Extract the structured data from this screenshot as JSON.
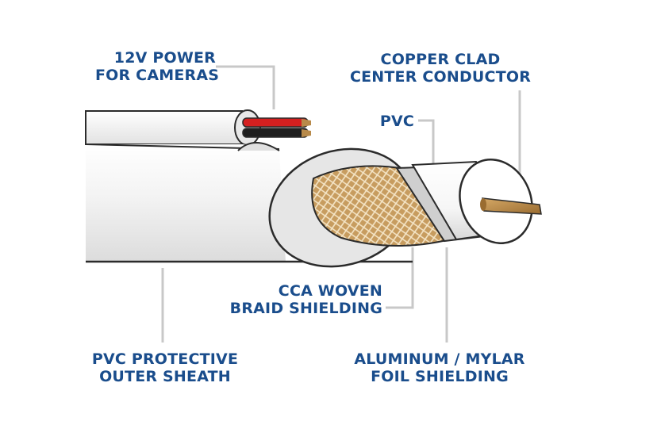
{
  "labels": {
    "power": {
      "line1": "12V POWER",
      "line2": "FOR CAMERAS"
    },
    "conductor": {
      "line1": "COPPER CLAD",
      "line2": "CENTER CONDUCTOR"
    },
    "pvc": {
      "line1": "PVC"
    },
    "braid": {
      "line1": "CCA WOVEN",
      "line2": "BRAID SHIELDING"
    },
    "sheath": {
      "line1": "PVC PROTECTIVE",
      "line2": "OUTER SHEATH"
    },
    "foil": {
      "line1": "ALUMINUM / MYLAR",
      "line2": "FOIL SHIELDING"
    }
  },
  "colors": {
    "label_text": "#1a4d8c",
    "leader_line": "#c8c8c8",
    "outline": "#2b2b2b",
    "sheath_fill": "#f2f2f2",
    "braid_fill": "#c49a5c",
    "conductor_fill": "#b88a4a",
    "power_wire_red": "#d42020",
    "power_wire_black": "#1e1e1e"
  }
}
